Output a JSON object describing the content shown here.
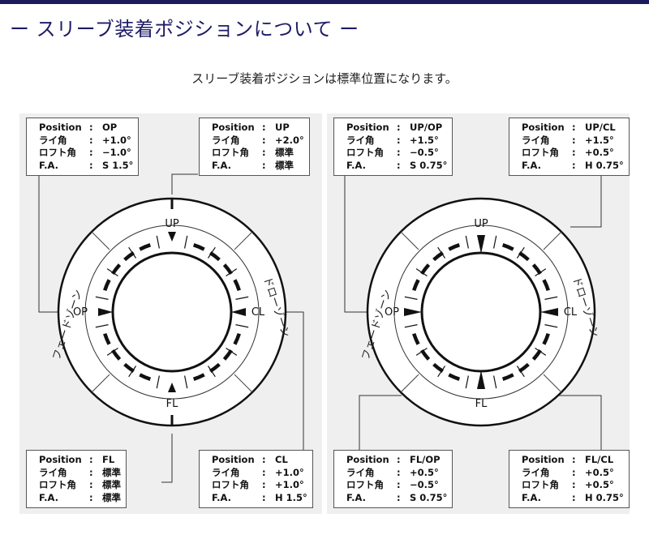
{
  "title": "ー スリーブ装着ポジションについて ー",
  "subtitle": "スリーブ装着ポジションは標準位置になります。",
  "labels": {
    "position": "Position",
    "lie": "ライ角",
    "loft": "ロフト角",
    "fa": "F.A.",
    "colon": ":"
  },
  "left_diagram": {
    "markers": {
      "up": "UP",
      "op": "OP",
      "cl": "CL",
      "fl": "FL"
    },
    "fade_zone": "フェードゾーン",
    "draw_zone": "ドローゾーン",
    "boxes": {
      "op": {
        "position": "OP",
        "lie": "+1.0°",
        "loft": "−1.0°",
        "fa": "S 1.5°"
      },
      "up": {
        "position": "UP",
        "lie": "+2.0°",
        "loft": "標準",
        "fa": "標準"
      },
      "fl": {
        "position": "FL",
        "lie": "標準",
        "loft": "標準",
        "fa": "標準"
      },
      "cl": {
        "position": "CL",
        "lie": "+1.0°",
        "loft": "+1.0°",
        "fa": "H 1.5°"
      }
    }
  },
  "right_diagram": {
    "markers": {
      "up": "UP",
      "op": "OP",
      "cl": "CL",
      "fl": "FL"
    },
    "fade_zone": "フェードゾーン",
    "draw_zone": "ドローゾーン",
    "boxes": {
      "up_op": {
        "position": "UP/OP",
        "lie": "+1.5°",
        "loft": "−0.5°",
        "fa": "S 0.75°"
      },
      "up_cl": {
        "position": "UP/CL",
        "lie": "+1.5°",
        "loft": "+0.5°",
        "fa": "H 0.75°"
      },
      "fl_op": {
        "position": "FL/OP",
        "lie": "+0.5°",
        "loft": "−0.5°",
        "fa": "S 0.75°"
      },
      "fl_cl": {
        "position": "FL/CL",
        "lie": "+0.5°",
        "loft": "+0.5°",
        "fa": "H 0.75°"
      }
    }
  }
}
